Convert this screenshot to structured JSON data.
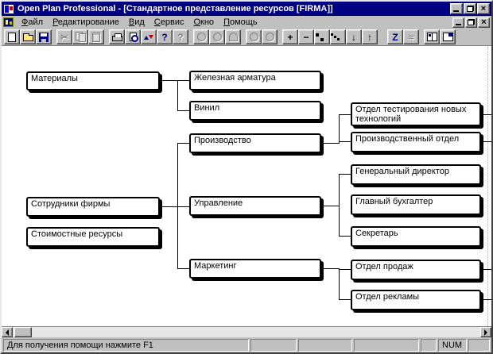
{
  "window": {
    "title": "Open Plan Professional - [Стандартное представление ресурсов [FIRMA]]",
    "app_name": "Open Plan Professional",
    "view_title": "Стандартное представление ресурсов [FIRMA]",
    "project_code": "FIRMA"
  },
  "menu": {
    "items": [
      "Файл",
      "Редактирование",
      "Вид",
      "Сервис",
      "Окно",
      "Помощь"
    ]
  },
  "toolbar": {
    "buttons": [
      {
        "name": "new",
        "enabled": true
      },
      {
        "name": "open",
        "enabled": true
      },
      {
        "name": "save",
        "enabled": true
      },
      {
        "name": "cut",
        "enabled": false
      },
      {
        "name": "copy",
        "enabled": false
      },
      {
        "name": "paste",
        "enabled": false
      },
      {
        "name": "print",
        "enabled": true
      },
      {
        "name": "print-preview",
        "enabled": true
      },
      {
        "name": "import-export",
        "enabled": true
      },
      {
        "name": "help",
        "enabled": true
      },
      {
        "name": "context-help",
        "enabled": false
      },
      {
        "name": "resource-circle-1",
        "enabled": false
      },
      {
        "name": "resource-circle-2",
        "enabled": false
      },
      {
        "name": "resource-arch",
        "enabled": false
      },
      {
        "name": "resource-circle-3",
        "enabled": false
      },
      {
        "name": "resource-circle-4",
        "enabled": false
      },
      {
        "name": "add",
        "enabled": true
      },
      {
        "name": "remove",
        "enabled": true
      },
      {
        "name": "link",
        "enabled": true
      },
      {
        "name": "levels",
        "enabled": true
      },
      {
        "name": "move-down",
        "enabled": true
      },
      {
        "name": "move-up",
        "enabled": true
      },
      {
        "name": "zigzag",
        "enabled": true
      },
      {
        "name": "wave",
        "enabled": false
      },
      {
        "name": "split-window",
        "enabled": true
      },
      {
        "name": "new-window",
        "enabled": true
      }
    ]
  },
  "icons": {
    "cut": "✂",
    "help": "?",
    "context_help": "?",
    "add": "+",
    "remove": "−",
    "move_down": "↓",
    "move_up": "↑",
    "zigzag": "Z",
    "wave": "≈",
    "close": "×"
  },
  "chart": {
    "type": "resource-breakdown-tree",
    "nodes": [
      {
        "label": "Материалы",
        "children": [
          "Железная арматура",
          "Винил"
        ]
      },
      {
        "label": "Железная арматура",
        "children": []
      },
      {
        "label": "Винил",
        "children": []
      },
      {
        "label": "Производство",
        "children": [
          "Отдел тестирования новых технологий",
          "Производственный отдел"
        ]
      },
      {
        "label": "Управление",
        "children": [
          "Генеральный директор",
          "Главный бухгалтер",
          "Секретарь"
        ]
      },
      {
        "label": "Маркетинг",
        "children": [
          "Отдел продаж",
          "Отдел рекламы"
        ]
      },
      {
        "label": "Сотрудники фирмы",
        "children": [
          "Производство",
          "Управление",
          "Маркетинг"
        ]
      },
      {
        "label": "Стоимостные ресурсы",
        "children": []
      },
      {
        "label": "Отдел тестирования новых технологий",
        "children": []
      },
      {
        "label": "Производственный отдел",
        "children": []
      },
      {
        "label": "Генеральный директор",
        "children": []
      },
      {
        "label": "Главный бухгалтер",
        "children": []
      },
      {
        "label": "Секретарь",
        "children": []
      },
      {
        "label": "Отдел продаж",
        "children": []
      },
      {
        "label": "Отдел рекламы",
        "children": []
      }
    ]
  },
  "status": {
    "message": "Для получения помощи нажмите F1",
    "num": "NUM"
  },
  "colors": {
    "titlebar": "#000080",
    "chrome": "#c0c0c0",
    "canvas": "#ffffff",
    "line": "#000000"
  }
}
